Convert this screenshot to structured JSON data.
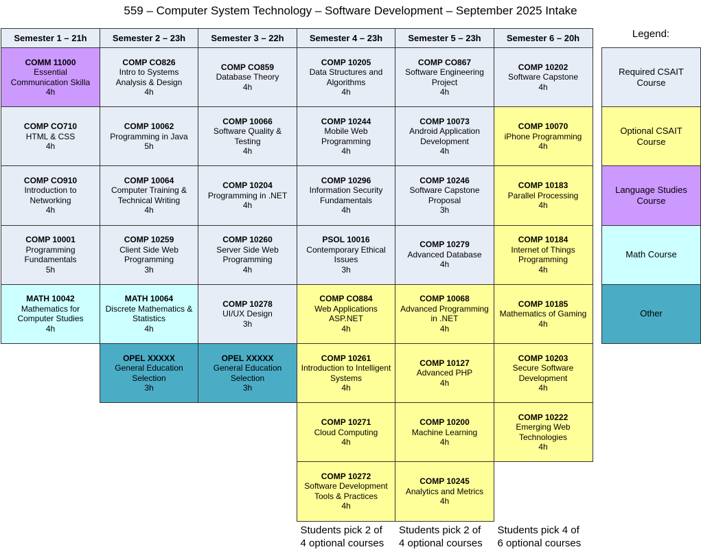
{
  "title": "559 – Computer System Technology – Software Development – September 2025 Intake",
  "colors": {
    "required": "#e7edf7",
    "optional": "#ffff99",
    "language": "#cc99ff",
    "math": "#ccffff",
    "other": "#4bacc6"
  },
  "semesters": [
    {
      "header": "Semester 1 – 21h",
      "courses": [
        {
          "code": "COMM 11000",
          "title": "Essential\nCommunication Skilla",
          "hours": "4h",
          "type": "lang"
        },
        {
          "code": "COMP CO710",
          "title": "HTML & CSS",
          "hours": "4h",
          "type": "req"
        },
        {
          "code": "COMP CO910",
          "title": "Introduction to\nNetworking",
          "hours": "4h",
          "type": "req"
        },
        {
          "code": "COMP 10001",
          "title": "Programming\nFundamentals",
          "hours": "5h",
          "type": "req"
        },
        {
          "code": "MATH 10042",
          "title": "Mathematics for\nComputer Studies",
          "hours": "4h",
          "type": "math"
        }
      ]
    },
    {
      "header": "Semester 2 – 23h",
      "courses": [
        {
          "code": "COMP CO826",
          "title": "Intro to Systems\nAnalysis & Design",
          "hours": "4h",
          "type": "req"
        },
        {
          "code": "COMP 10062",
          "title": "Programming in Java",
          "hours": "5h",
          "type": "req"
        },
        {
          "code": "COMP 10064",
          "title": "Computer Training &\nTechnical Writing",
          "hours": "4h",
          "type": "req"
        },
        {
          "code": "COMP 10259",
          "title": "Client Side Web\nProgramming",
          "hours": "3h",
          "type": "req"
        },
        {
          "code": "MATH 10064",
          "title": "Discrete Mathematics &\nStatistics",
          "hours": "4h",
          "type": "math"
        },
        {
          "code": "OPEL XXXXX",
          "title": "General Education\nSelection",
          "hours": "3h",
          "type": "other"
        }
      ]
    },
    {
      "header": "Semester 3 – 22h",
      "courses": [
        {
          "code": "COMP CO859",
          "title": "Database Theory",
          "hours": "4h",
          "type": "req"
        },
        {
          "code": "COMP 10066",
          "title": "Software Quality &\nTesting",
          "hours": "4h",
          "type": "req"
        },
        {
          "code": "COMP 10204",
          "title": "Programming in .NET",
          "hours": "4h",
          "type": "req"
        },
        {
          "code": "COMP 10260",
          "title": "Server Side Web\nProgramming",
          "hours": "4h",
          "type": "req"
        },
        {
          "code": "COMP 10278",
          "title": "UI/UX Design",
          "hours": "3h",
          "type": "req"
        },
        {
          "code": "OPEL XXXXX",
          "title": "General Education\nSelection",
          "hours": "3h",
          "type": "other"
        }
      ]
    },
    {
      "header": "Semester 4 – 23h",
      "courses": [
        {
          "code": "COMP 10205",
          "title": "Data Structures and\nAlgorithms",
          "hours": "4h",
          "type": "req"
        },
        {
          "code": "COMP 10244",
          "title": "Mobile Web\nProgramming",
          "hours": "4h",
          "type": "req"
        },
        {
          "code": "COMP 10296",
          "title": "Information Security\nFundamentals",
          "hours": "4h",
          "type": "req"
        },
        {
          "code": "PSOL 10016",
          "title": "Contemporary Ethical\nIssues",
          "hours": "3h",
          "type": "req"
        },
        {
          "code": "COMP CO884",
          "title": "Web Applications\nASP.NET",
          "hours": "4h",
          "type": "opt"
        },
        {
          "code": "COMP 10261",
          "title": "Introduction to Intelligent\nSystems",
          "hours": "4h",
          "type": "opt"
        },
        {
          "code": "COMP 10271",
          "title": "Cloud Computing",
          "hours": "4h",
          "type": "opt"
        },
        {
          "code": "COMP 10272",
          "title": "Software Development\nTools & Practices",
          "hours": "4h",
          "type": "opt"
        }
      ],
      "footer": "Students pick 2 of\n4 optional courses"
    },
    {
      "header": "Semester 5 – 23h",
      "courses": [
        {
          "code": "COMP CO867",
          "title": "Software Engineering\nProject",
          "hours": "4h",
          "type": "req"
        },
        {
          "code": "COMP 10073",
          "title": "Android Application\nDevelopment",
          "hours": "4h",
          "type": "req"
        },
        {
          "code": "COMP 10246",
          "title": "Software Capstone\nProposal",
          "hours": "3h",
          "type": "req"
        },
        {
          "code": "COMP 10279",
          "title": "Advanced Database",
          "hours": "4h",
          "type": "req"
        },
        {
          "code": "COMP 10068",
          "title": "Advanced Programming\nin .NET",
          "hours": "4h",
          "type": "opt"
        },
        {
          "code": "COMP 10127",
          "title": "Advanced PHP",
          "hours": "4h",
          "type": "opt"
        },
        {
          "code": "COMP 10200",
          "title": "Machine Learning",
          "hours": "4h",
          "type": "opt"
        },
        {
          "code": "COMP 10245",
          "title": "Analytics and Metrics",
          "hours": "4h",
          "type": "opt"
        }
      ],
      "footer": "Students pick 2 of\n4 optional courses"
    },
    {
      "header": "Semester 6 – 20h",
      "courses": [
        {
          "code": "COMP 10202",
          "title": "Software Capstone",
          "hours": "4h",
          "type": "req"
        },
        {
          "code": "COMP 10070",
          "title": "iPhone Programming",
          "hours": "4h",
          "type": "opt"
        },
        {
          "code": "COMP 10183",
          "title": "Parallel Processing",
          "hours": "4h",
          "type": "opt"
        },
        {
          "code": "COMP 10184",
          "title": "Internet of Things\nProgramming",
          "hours": "4h",
          "type": "opt"
        },
        {
          "code": "COMP 10185",
          "title": "Mathematics of Gaming",
          "hours": "4h",
          "type": "opt"
        },
        {
          "code": "COMP 10203",
          "title": "Secure Software\nDevelopment",
          "hours": "4h",
          "type": "opt"
        },
        {
          "code": "COMP 10222",
          "title": "Emerging Web\nTechnologies",
          "hours": "4h",
          "type": "opt"
        }
      ],
      "footer": "Students pick 4 of\n6 optional courses"
    }
  ],
  "legend": {
    "title": "Legend:",
    "items": [
      {
        "label": "Required CSAIT\nCourse",
        "type": "req"
      },
      {
        "label": "Optional CSAIT\nCourse",
        "type": "opt"
      },
      {
        "label": "Language Studies\nCourse",
        "type": "lang"
      },
      {
        "label": "Math Course",
        "type": "math"
      },
      {
        "label": "Other",
        "type": "other"
      }
    ]
  }
}
